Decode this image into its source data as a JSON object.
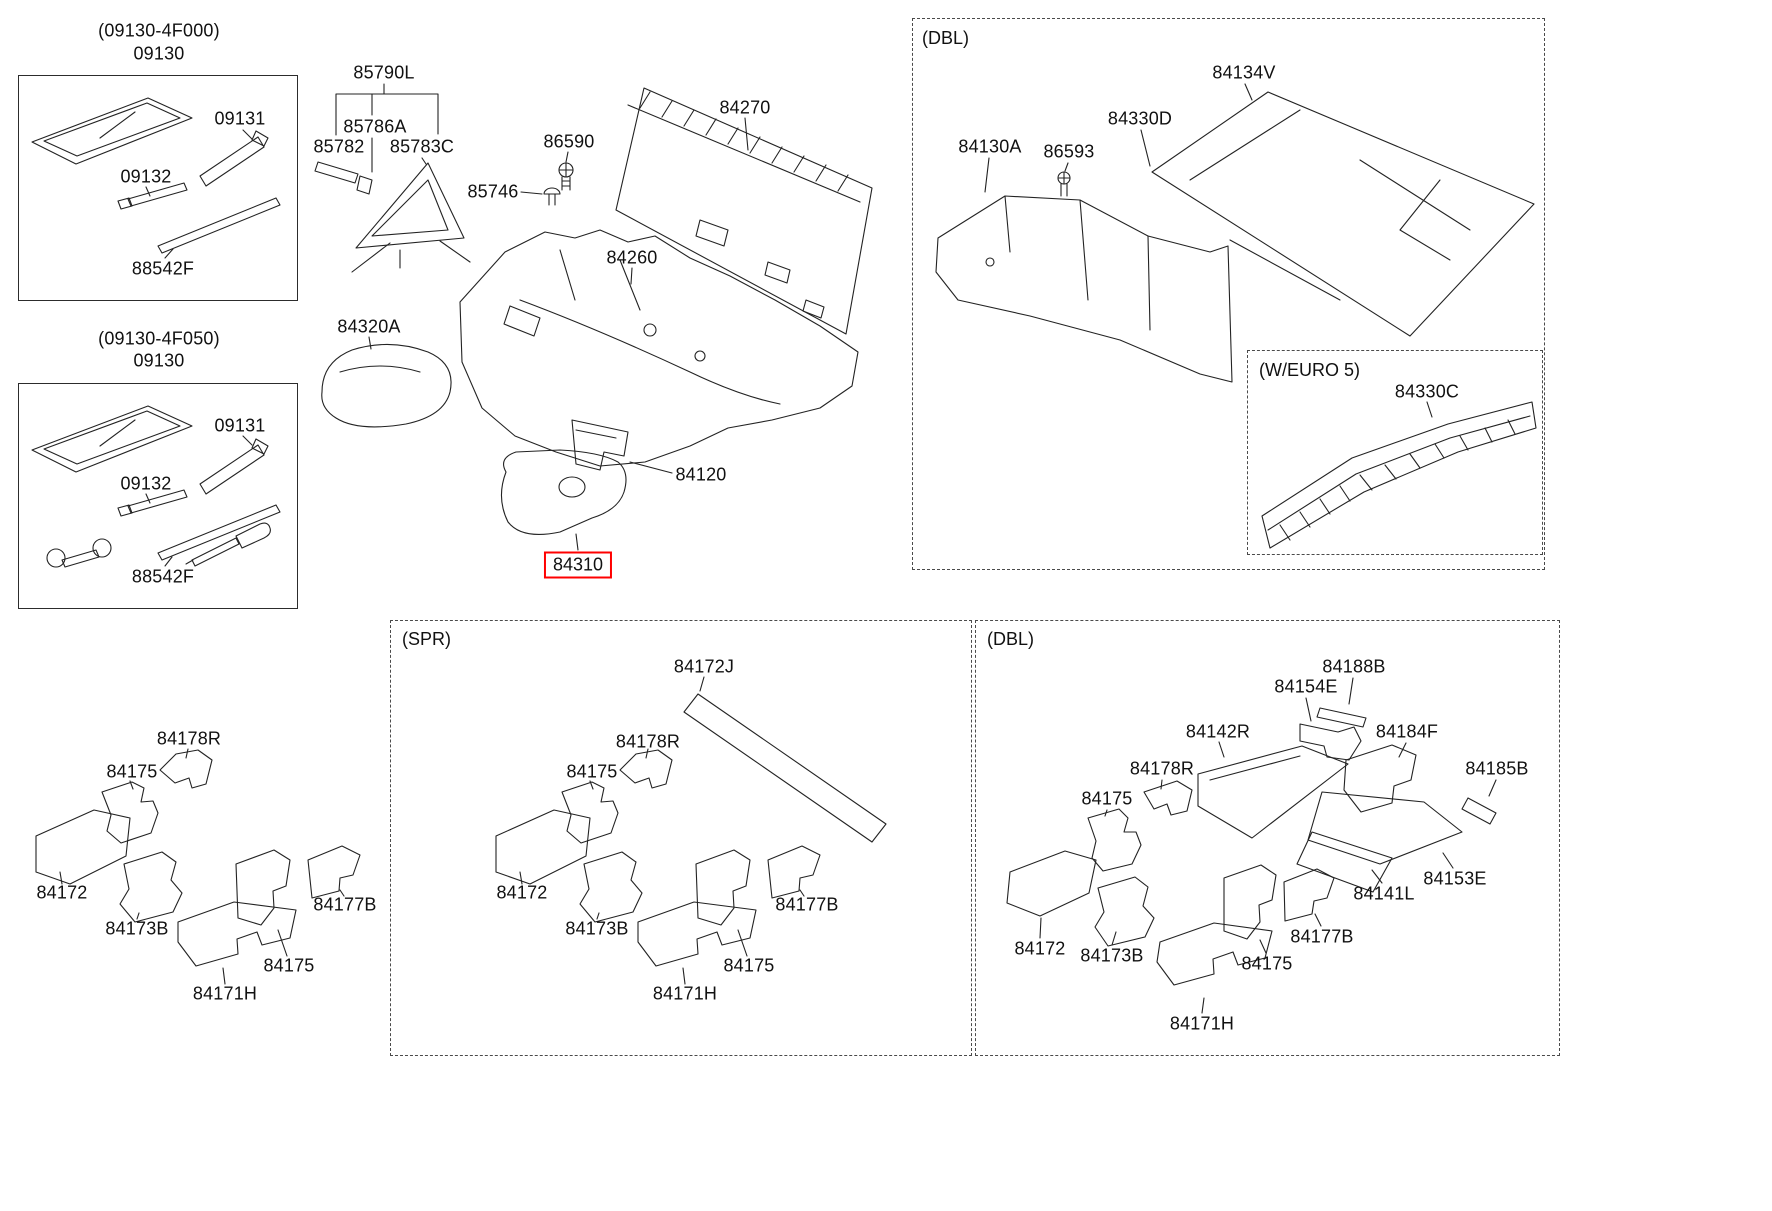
{
  "page": {
    "bg": "#ffffff",
    "line_color": "#1a1a1a",
    "highlight_color": "#ff0000"
  },
  "toolkit1": {
    "code": "(09130-4F000)",
    "part_no": "09130",
    "labels": {
      "wrench": "09131",
      "rod": "09132",
      "extension": "88542F"
    }
  },
  "toolkit2": {
    "code": "(09130-4F050)",
    "part_no": "09130",
    "labels": {
      "wrench": "09131",
      "rod": "09132",
      "extension": "88542F"
    }
  },
  "main_assembly": {
    "triangle_kit": "85790L",
    "triangle_sub1": "85786A",
    "triangle_sub2": "85782",
    "triangle_sub3": "85783C",
    "screw": "86590",
    "grommet": "85746",
    "dash_panel": "84270",
    "floor_carpet": "84260",
    "pad": "84320A",
    "bracket": "84120",
    "selected_pad": "84310"
  },
  "dbl_top": {
    "tag": "(DBL)",
    "floor_panel": "84134V",
    "iso_pad": "84330D",
    "dash_iso": "84130A",
    "screw": "86593",
    "euro5": {
      "tag": "(W/EURO 5)",
      "tunnel_pad": "84330C"
    }
  },
  "variant_base": {
    "p84178R": "84178R",
    "p84175a": "84175",
    "p84172": "84172",
    "p84173B": "84173B",
    "p84171H": "84171H",
    "p84175b": "84175",
    "p84177B": "84177B"
  },
  "variant_spr": {
    "tag": "(SPR)",
    "p84172J": "84172J",
    "p84178R": "84178R",
    "p84175a": "84175",
    "p84172": "84172",
    "p84173B": "84173B",
    "p84171H": "84171H",
    "p84175b": "84175",
    "p84177B": "84177B"
  },
  "variant_dbl": {
    "tag": "(DBL)",
    "p84188B": "84188B",
    "p84154E": "84154E",
    "p84142R": "84142R",
    "p84184F": "84184F",
    "p84185B": "84185B",
    "p84178R": "84178R",
    "p84175a": "84175",
    "p84153E": "84153E",
    "p84141L": "84141L",
    "p84172": "84172",
    "p84173B": "84173B",
    "p84177B": "84177B",
    "p84175b": "84175",
    "p84171H": "84171H"
  }
}
